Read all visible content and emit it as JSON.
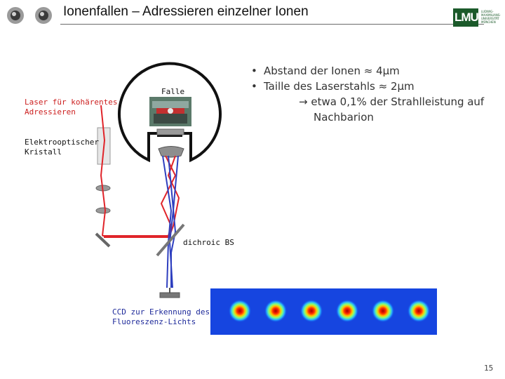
{
  "header": {
    "title": "Ionenfallen – Adressieren einzelner Ionen",
    "logo_text": "LMU",
    "logo_subtext": "LUDWIG- MAXIMILIANS- UNIVERSITÄT MÜNCHEN"
  },
  "diagram": {
    "labels": {
      "laser": [
        "Laser für kohärentes",
        "Adressieren"
      ],
      "trap": "Falle",
      "crystal": [
        "Elektrooptischer",
        "Kristall"
      ],
      "dichroic": "dichroic BS",
      "ccd": [
        "CCD zur Erkennung des",
        "Fluoreszenz-Lichts"
      ]
    },
    "colors": {
      "laser_beam": "#e0242a",
      "fluorescence_beam": "#2e3fbf",
      "trap_outline": "#111111",
      "label_red": "#cc1f1f"
    }
  },
  "bullets": [
    "Abstand der Ionen ≈ 4µm",
    "Taille des Laserstahls ≈ 2µm"
  ],
  "sub_bullet": {
    "line1": "→ etwa 0,1% der Strahlleistung auf",
    "line2": "Nachbarion"
  },
  "ion_count": 6,
  "page_number": "15"
}
